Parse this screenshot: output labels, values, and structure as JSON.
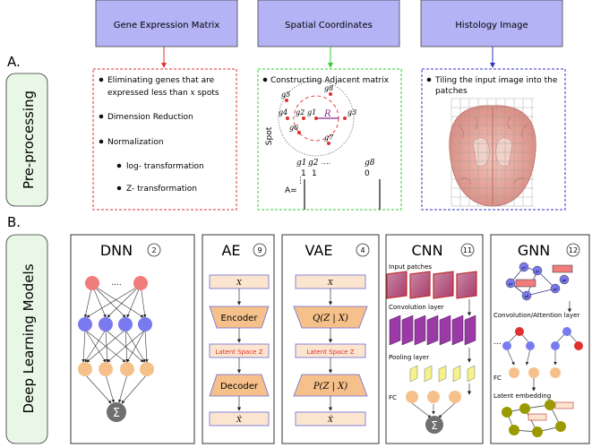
{
  "inputs": {
    "gene": "Gene Expression Matrix",
    "spatial": "Spatial Coordinates",
    "histology": "Histology Image"
  },
  "section_a": {
    "letter": "A.",
    "label": "Pre-processing",
    "gene_box": {
      "b1_line1": "Eliminating genes that are",
      "b1_line2_pre": "expressed less than ",
      "b1_line2_var": "x",
      "b1_line2_post": " spots",
      "b2": "Dimension Reduction",
      "b3": "Normalization",
      "sub1": "log- transformation",
      "sub2": "Z- transformation"
    },
    "spatial_box": {
      "bullet": "Constructing Adjacent matrix",
      "spot_label": "Spot",
      "radius_label": "R",
      "g1": "g1",
      "g2": "g2",
      "g3": "g3",
      "g4": "g4",
      "g5": "g5",
      "g6": "g6",
      "g7": "g7",
      "g8": "g8",
      "col_g1": "g1",
      "col_g2": "g2",
      "col_dots": "....",
      "col_g8": "g8",
      "val1": "1",
      "val2": "1",
      "val8": "0",
      "a_eq": "A=",
      "vdots": "⋮"
    },
    "histology_box": {
      "line1": "Tiling the input image into the",
      "line2": "patches"
    }
  },
  "section_b": {
    "letter": "B.",
    "label": "Deep Learning Models",
    "dnn": {
      "title": "DNN",
      "count": "2",
      "dots": "....",
      "sum": "Σ"
    },
    "ae": {
      "title": "AE",
      "count": "9",
      "input": "X",
      "encoder": "Encoder",
      "latent": "Latent Space Z",
      "decoder": "Decoder",
      "output": "X̂"
    },
    "vae": {
      "title": "VAE",
      "count": "4",
      "input": "X",
      "encoder": "Q(Z | X)",
      "latent": "Latent Space Z",
      "decoder": "P(Z | X)",
      "output": "X̂"
    },
    "cnn": {
      "title": "CNN",
      "count": "11",
      "input_patches": "Input patches",
      "conv_layer": "Convolution layer",
      "pool_layer": "Pooling layer",
      "fc": "FC",
      "sum": "Σ"
    },
    "gnn": {
      "title": "GNN",
      "count": "12",
      "conv_att": "Convolution/Attention layer",
      "fc": "FC",
      "latent": "Latent embedding",
      "dots": "...",
      "n1": "g1",
      "n2": "g2",
      "n3": "g3",
      "n4": "g4",
      "n5": "g5",
      "n6": "g6"
    }
  },
  "colors": {
    "header_fill": "#b3b3f5",
    "red": "#e03030",
    "green": "#33cc33",
    "blue": "#3333cc",
    "pink_node": "#f07c7c",
    "blue_node": "#7a7af0",
    "orange_node": "#f6c08a",
    "gray_node": "#6f6f6f",
    "olive_node": "#9a9a00",
    "peach_box": "#fce5cf",
    "magenta": "#9a3aa6",
    "yellow": "#f6f28a",
    "label_bg": "#e9f7e6"
  }
}
